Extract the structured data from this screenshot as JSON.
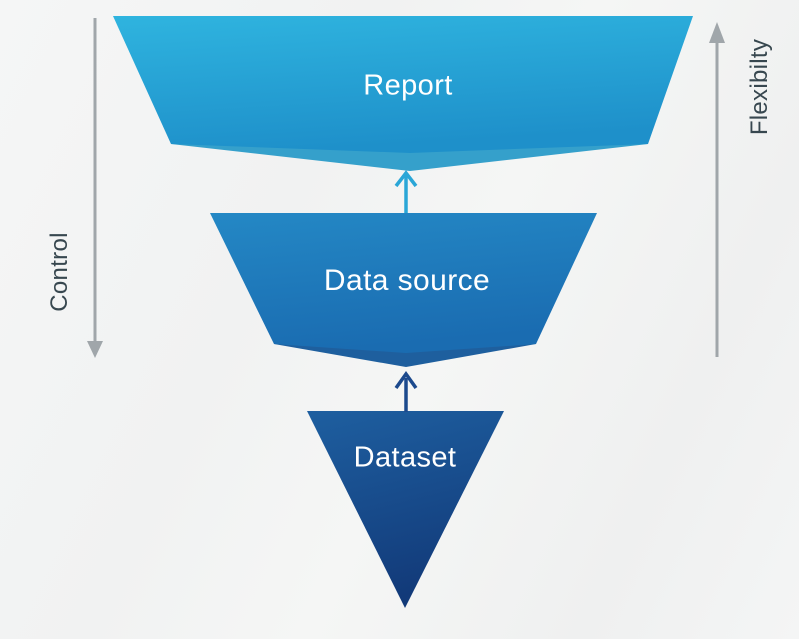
{
  "diagram": {
    "type": "funnel",
    "levels": [
      {
        "label": "Report"
      },
      {
        "label": "Data source"
      },
      {
        "label": "Dataset"
      }
    ],
    "left_axis": {
      "label": "Control",
      "arrow_direction": "down"
    },
    "right_axis": {
      "label": "Flexibilty",
      "arrow_direction": "up"
    },
    "colors": {
      "report_top": "#2FB4DF",
      "report_bottom": "#1E90CA",
      "report_fold": "#35A0CB",
      "datasource_top": "#2488C5",
      "datasource_bottom": "#1A6CB1",
      "datasource_fold": "#1E5F9E",
      "dataset_top": "#1E5FA0",
      "dataset_bottom": "#123A79",
      "connector_light": "#2AA6D7",
      "connector_dark": "#1C4A8D",
      "axis_arrow": "#A0A6AA",
      "axis_text": "#37474F",
      "shape_text": "#FFFFFF",
      "background": "#F2F3F2"
    }
  }
}
